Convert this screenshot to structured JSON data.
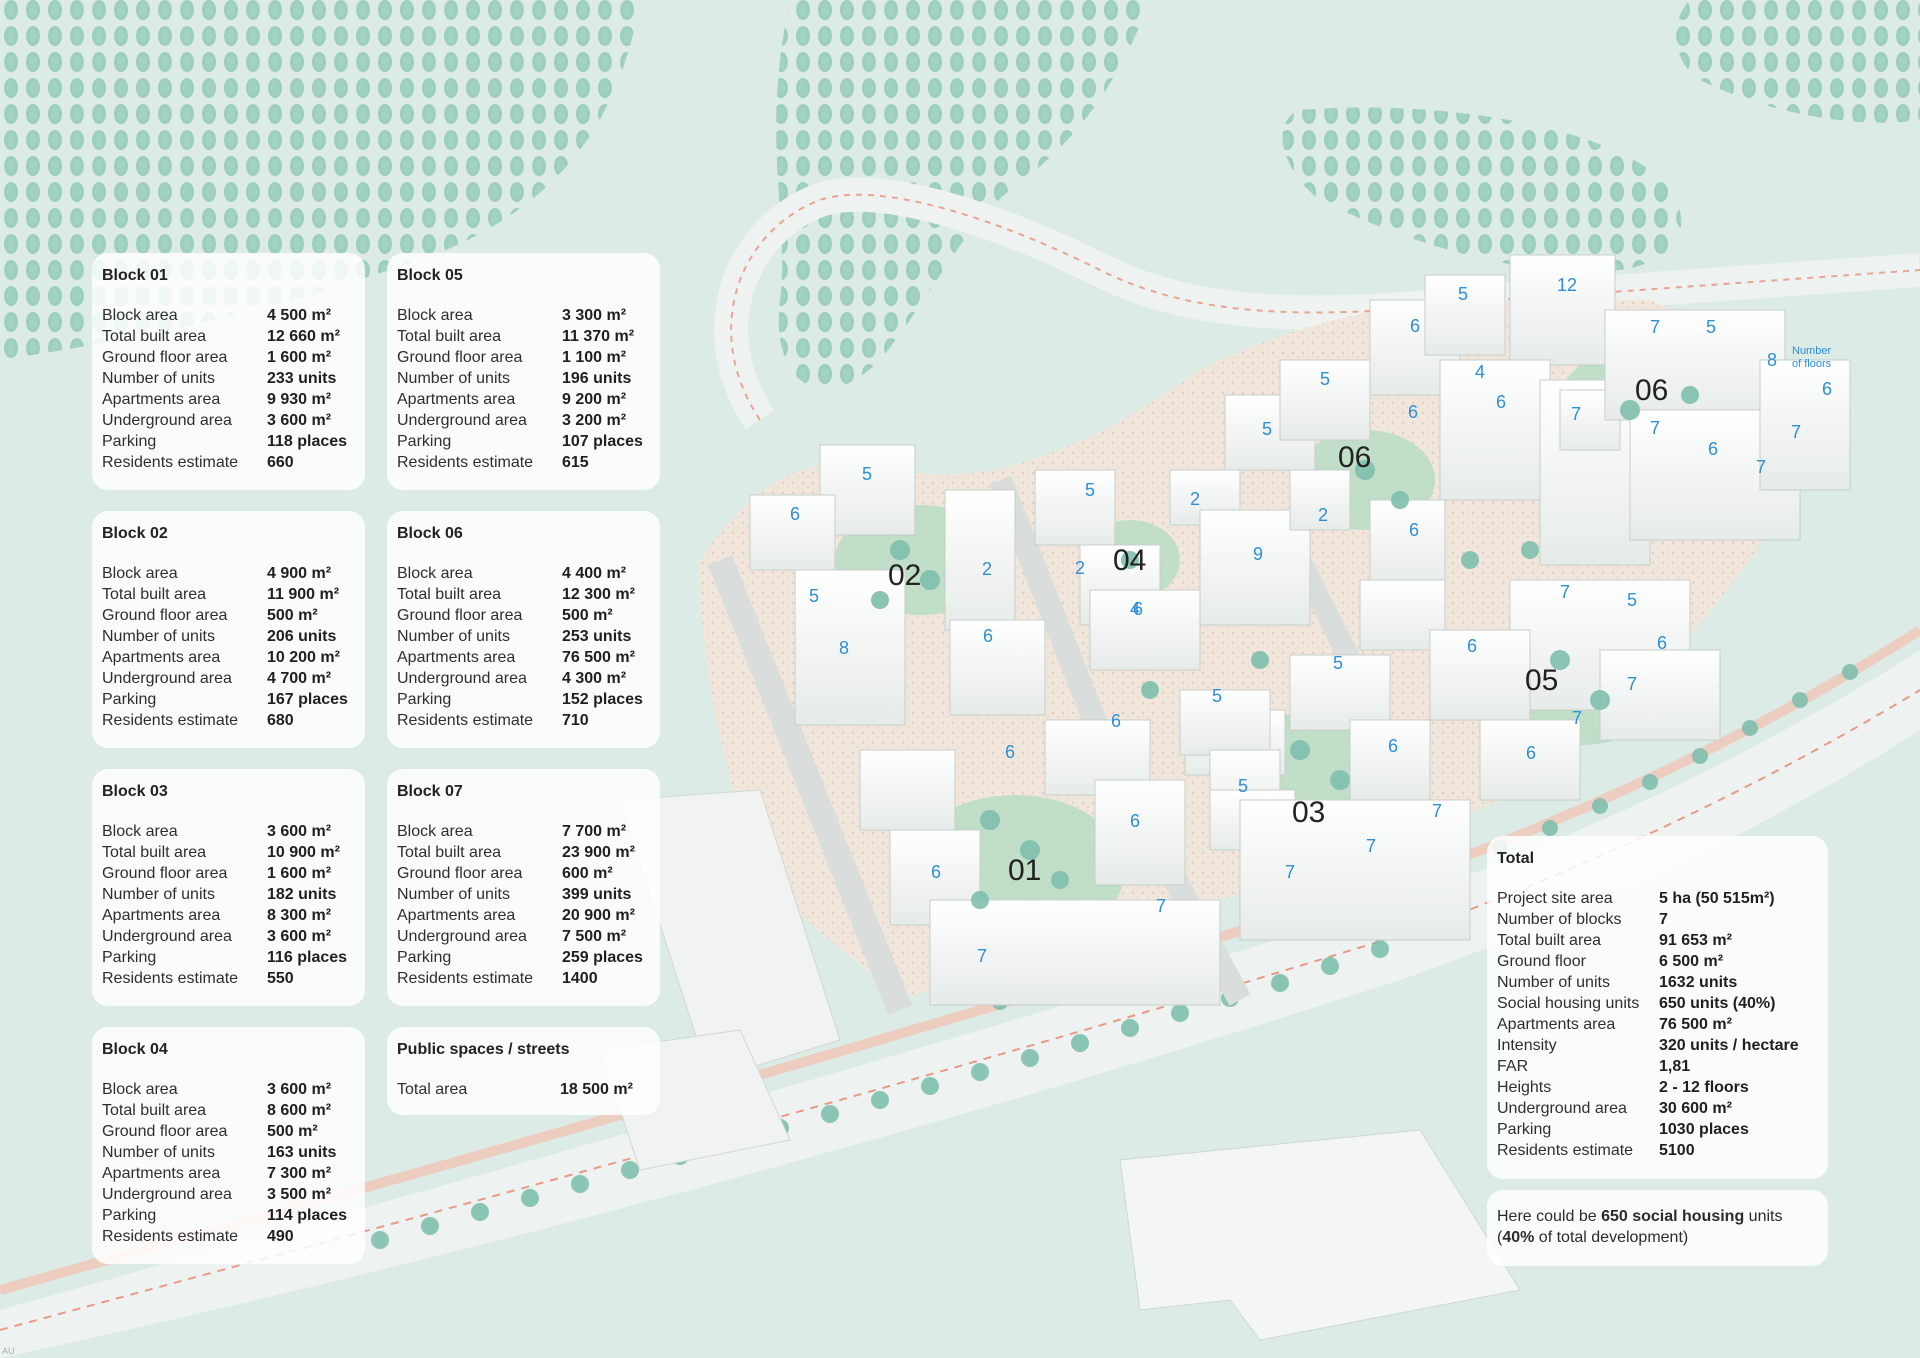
{
  "blocks": [
    {
      "title": "Block 01",
      "stats": [
        {
          "label": "Block area",
          "value": "4 500 m²"
        },
        {
          "label": "Total built area",
          "value": "12 660 m²"
        },
        {
          "label": "Ground floor area",
          "value": "1 600 m²"
        },
        {
          "label": "Number of units",
          "value": "233 units"
        },
        {
          "label": "Apartments area",
          "value": "9 930 m²"
        },
        {
          "label": "Underground area",
          "value": "3 600 m²"
        },
        {
          "label": "Parking",
          "value": "118 places"
        },
        {
          "label": "Residents estimate",
          "value": "660"
        }
      ]
    },
    {
      "title": "Block 05",
      "stats": [
        {
          "label": "Block area",
          "value": "3 300 m²"
        },
        {
          "label": "Total built area",
          "value": "11 370 m²"
        },
        {
          "label": "Ground floor area",
          "value": "1 100 m²"
        },
        {
          "label": "Number of units",
          "value": "196 units"
        },
        {
          "label": "Apartments area",
          "value": "9 200 m²"
        },
        {
          "label": "Underground area",
          "value": "3 200 m²"
        },
        {
          "label": "Parking",
          "value": "107 places"
        },
        {
          "label": "Residents estimate",
          "value": "615"
        }
      ]
    },
    {
      "title": "Block 02",
      "stats": [
        {
          "label": "Block area",
          "value": "4 900 m²"
        },
        {
          "label": "Total built area",
          "value": "11 900 m²"
        },
        {
          "label": "Ground floor area",
          "value": "500 m²"
        },
        {
          "label": "Number of units",
          "value": "206 units"
        },
        {
          "label": "Apartments area",
          "value": "10 200 m²"
        },
        {
          "label": "Underground area",
          "value": "4 700 m²"
        },
        {
          "label": "Parking",
          "value": "167 places"
        },
        {
          "label": "Residents estimate",
          "value": "680"
        }
      ]
    },
    {
      "title": "Block 06",
      "stats": [
        {
          "label": "Block area",
          "value": "4 400 m²"
        },
        {
          "label": "Total built area",
          "value": "12 300 m²"
        },
        {
          "label": "Ground floor area",
          "value": "500 m²"
        },
        {
          "label": "Number of units",
          "value": "253 units"
        },
        {
          "label": "Apartments area",
          "value": "76 500 m²"
        },
        {
          "label": "Underground area",
          "value": "4 300 m²"
        },
        {
          "label": "Parking",
          "value": "152 places"
        },
        {
          "label": "Residents estimate",
          "value": "710"
        }
      ]
    },
    {
      "title": "Block 03",
      "stats": [
        {
          "label": "Block area",
          "value": "3 600 m²"
        },
        {
          "label": "Total built area",
          "value": "10 900 m²"
        },
        {
          "label": "Ground floor area",
          "value": "1 600 m²"
        },
        {
          "label": "Number of units",
          "value": "182 units"
        },
        {
          "label": "Apartments area",
          "value": "8 300 m²"
        },
        {
          "label": "Underground area",
          "value": "3 600 m²"
        },
        {
          "label": "Parking",
          "value": "116 places"
        },
        {
          "label": "Residents estimate",
          "value": "550"
        }
      ]
    },
    {
      "title": "Block 07",
      "stats": [
        {
          "label": "Block area",
          "value": "7 700 m²"
        },
        {
          "label": "Total built area",
          "value": "23 900 m²"
        },
        {
          "label": "Ground floor area",
          "value": "600 m²"
        },
        {
          "label": "Number of units",
          "value": "399 units"
        },
        {
          "label": "Apartments area",
          "value": "20 900 m²"
        },
        {
          "label": "Underground area",
          "value": "7 500 m²"
        },
        {
          "label": "Parking",
          "value": "259 places"
        },
        {
          "label": "Residents estimate",
          "value": "1400"
        }
      ]
    },
    {
      "title": "Block 04",
      "stats": [
        {
          "label": "Block area",
          "value": "3 600 m²"
        },
        {
          "label": "Total built area",
          "value": "8 600 m²"
        },
        {
          "label": "Ground floor area",
          "value": "500 m²"
        },
        {
          "label": "Number of units",
          "value": "163 units"
        },
        {
          "label": "Apartments area",
          "value": "7 300 m²"
        },
        {
          "label": "Underground area",
          "value": "3 500 m²"
        },
        {
          "label": "Parking",
          "value": "114 places"
        },
        {
          "label": "Residents estimate",
          "value": "490"
        }
      ]
    }
  ],
  "public_spaces": {
    "title": "Public spaces / streets",
    "stats": [
      {
        "label": "Total area",
        "value": "18 500 m²"
      }
    ]
  },
  "total": {
    "title": "Total",
    "stats": [
      {
        "label": "Project site area",
        "value": "5 ha (50 515m²)"
      },
      {
        "label": "Number of blocks",
        "value": "7"
      },
      {
        "label": "Total built area",
        "value": "91 653 m²"
      },
      {
        "label": "Ground floor",
        "value": "6 500 m²"
      },
      {
        "label": "Number of units",
        "value": "1632 units"
      },
      {
        "label": "Social housing units",
        "value": "650 units (40%)"
      },
      {
        "label": "Apartments area",
        "value": "76 500 m²"
      },
      {
        "label": "Intensity",
        "value": "320 units / hectare"
      },
      {
        "label": "FAR",
        "value": "1,81"
      },
      {
        "label": "Heights",
        "value": "2 - 12 floors"
      },
      {
        "label": "Underground area",
        "value": "30 600 m²"
      },
      {
        "label": "Parking",
        "value": "1030 places"
      },
      {
        "label": "Residents estimate",
        "value": "5100"
      }
    ]
  },
  "note": {
    "t1": "Here could be ",
    "b1": "650 social housing",
    "t2": " units",
    "t3": "(",
    "b2": "40%",
    "t4": " of total development)"
  },
  "map": {
    "block_labels": [
      "01",
      "02",
      "03",
      "04",
      "05",
      "06",
      "06"
    ],
    "floor_numbers": [
      "5",
      "6",
      "5",
      "8",
      "2",
      "6",
      "2",
      "4",
      "5",
      "6",
      "2",
      "9",
      "2",
      "5",
      "5",
      "6",
      "5",
      "12",
      "4",
      "6",
      "6",
      "7",
      "7",
      "5",
      "8",
      "6",
      "7",
      "6",
      "7",
      "7",
      "6",
      "7",
      "5",
      "6",
      "6",
      "7",
      "7",
      "6",
      "5",
      "5",
      "5",
      "6",
      "6",
      "7",
      "7",
      "7",
      "6",
      "6",
      "6",
      "7",
      "7"
    ],
    "number_of_floors_label": [
      "Number",
      "of floors"
    ],
    "corner_mark": "AU"
  },
  "colors": {
    "background": "#dfece7",
    "card": "#ffffff",
    "floor_number": "#2d8fd6",
    "road_dash": "#e8826b",
    "tree": "#7fbfae"
  }
}
